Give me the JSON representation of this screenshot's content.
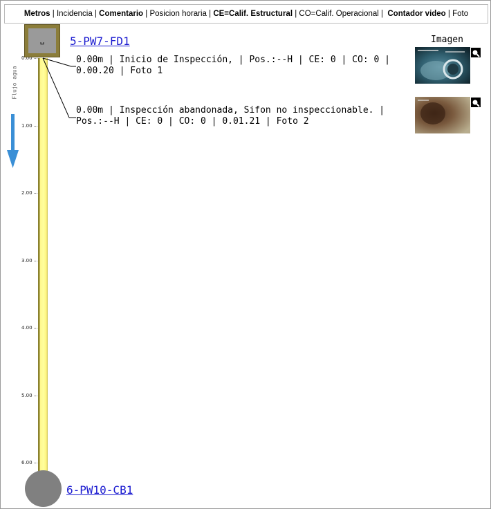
{
  "legend": {
    "metros": "Metros",
    "sep1": " | ",
    "incidencia": "Incidencia",
    "sep2": " | ",
    "comentario": "Comentario",
    "sep3": " | ",
    "posicion": "Posicion horaria",
    "sep4": " | ",
    "ce": "CE=Calif. Estructural",
    "sep5": " | ",
    "co": "CO=Calif. Operacional",
    "sep6": " |  ",
    "contador": "Contador video",
    "sep7": " | ",
    "foto": "Foto"
  },
  "flow_label": "Flujo agua",
  "scale_ticks": [
    "0.00",
    "1.00",
    "2.00",
    "3.00",
    "4.00",
    "5.00",
    "6.00"
  ],
  "start_node": {
    "name": "5-PW7-FD1",
    "symbol": "␣"
  },
  "end_node": {
    "name": "6-PW10-CB1"
  },
  "image_header": "Imagen",
  "entries": [
    {
      "line1": "0.00m | Inicio de Inspección, | Pos.:--H | CE: 0 | CO: 0 |",
      "line2": "0.00.20 | Foto 1"
    },
    {
      "line1": "0.00m | Inspección abandonada, Sifon no inspeccionable. |",
      "line2": "Pos.:--H | CE: 0 | CO: 0 | 0.01.21 | Foto 2"
    }
  ],
  "colors": {
    "pipe": "#ffff9e",
    "node_top": "#8b7d3a",
    "node_bottom": "#808080",
    "link": "#1b1bd0",
    "flow_arrow": "#3a8fd6"
  },
  "icons": {
    "magnifier": "magnifier-icon",
    "flow": "arrow-down-icon"
  }
}
